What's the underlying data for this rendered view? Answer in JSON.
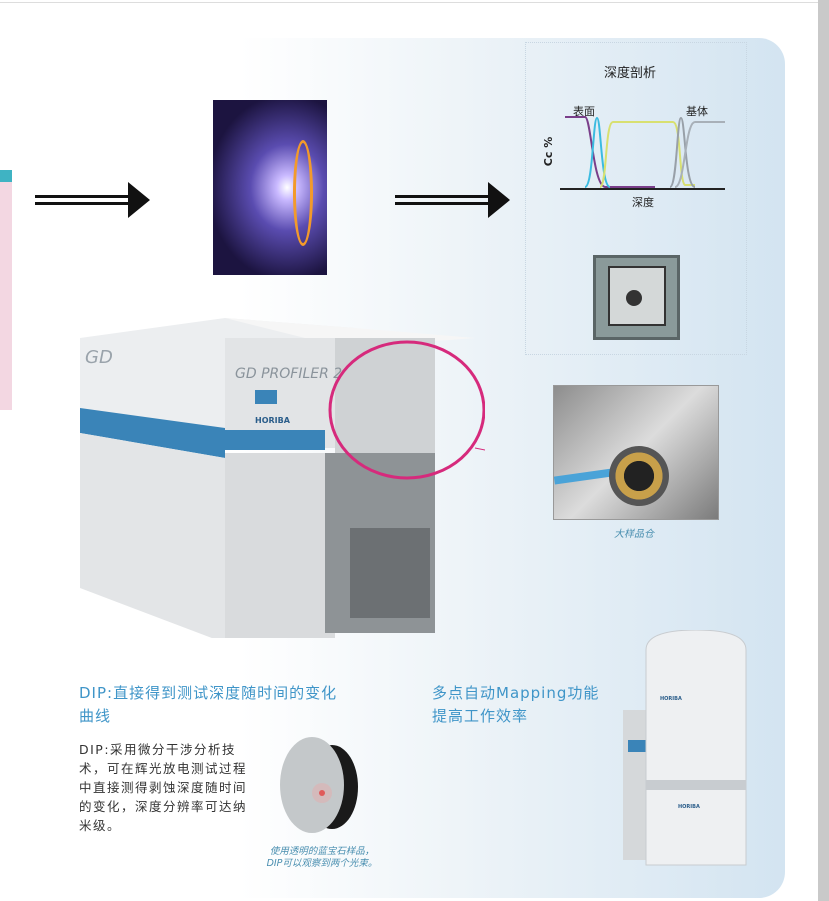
{
  "diagram": {
    "chart_title": "深度剖析",
    "surface_label": "表面",
    "substrate_label": "基体",
    "y_label": "Cc %",
    "x_label": "深度"
  },
  "instrument_logo": {
    "model": "GD PROFILER 2",
    "brand": "HORIBA"
  },
  "inset_caption": "大样品仓",
  "dip": {
    "heading_line1": "DIP:直接得到测试深度随时间的变化",
    "heading_line2": "曲线",
    "body": "DIP:采用微分干涉分析技术，可在辉光放电测试过程中直接测得剥蚀深度随时间的变化，深度分辨率可达纳米级。",
    "disc_caption": "使用透明的蓝宝石样品，DIP可以观察到两个光束。"
  },
  "mapping": {
    "heading_line1": "多点自动Mapping功能",
    "heading_line2": "提高工作效率"
  },
  "colors": {
    "accent": "#3f95c8",
    "highlight": "#d62a7c"
  }
}
